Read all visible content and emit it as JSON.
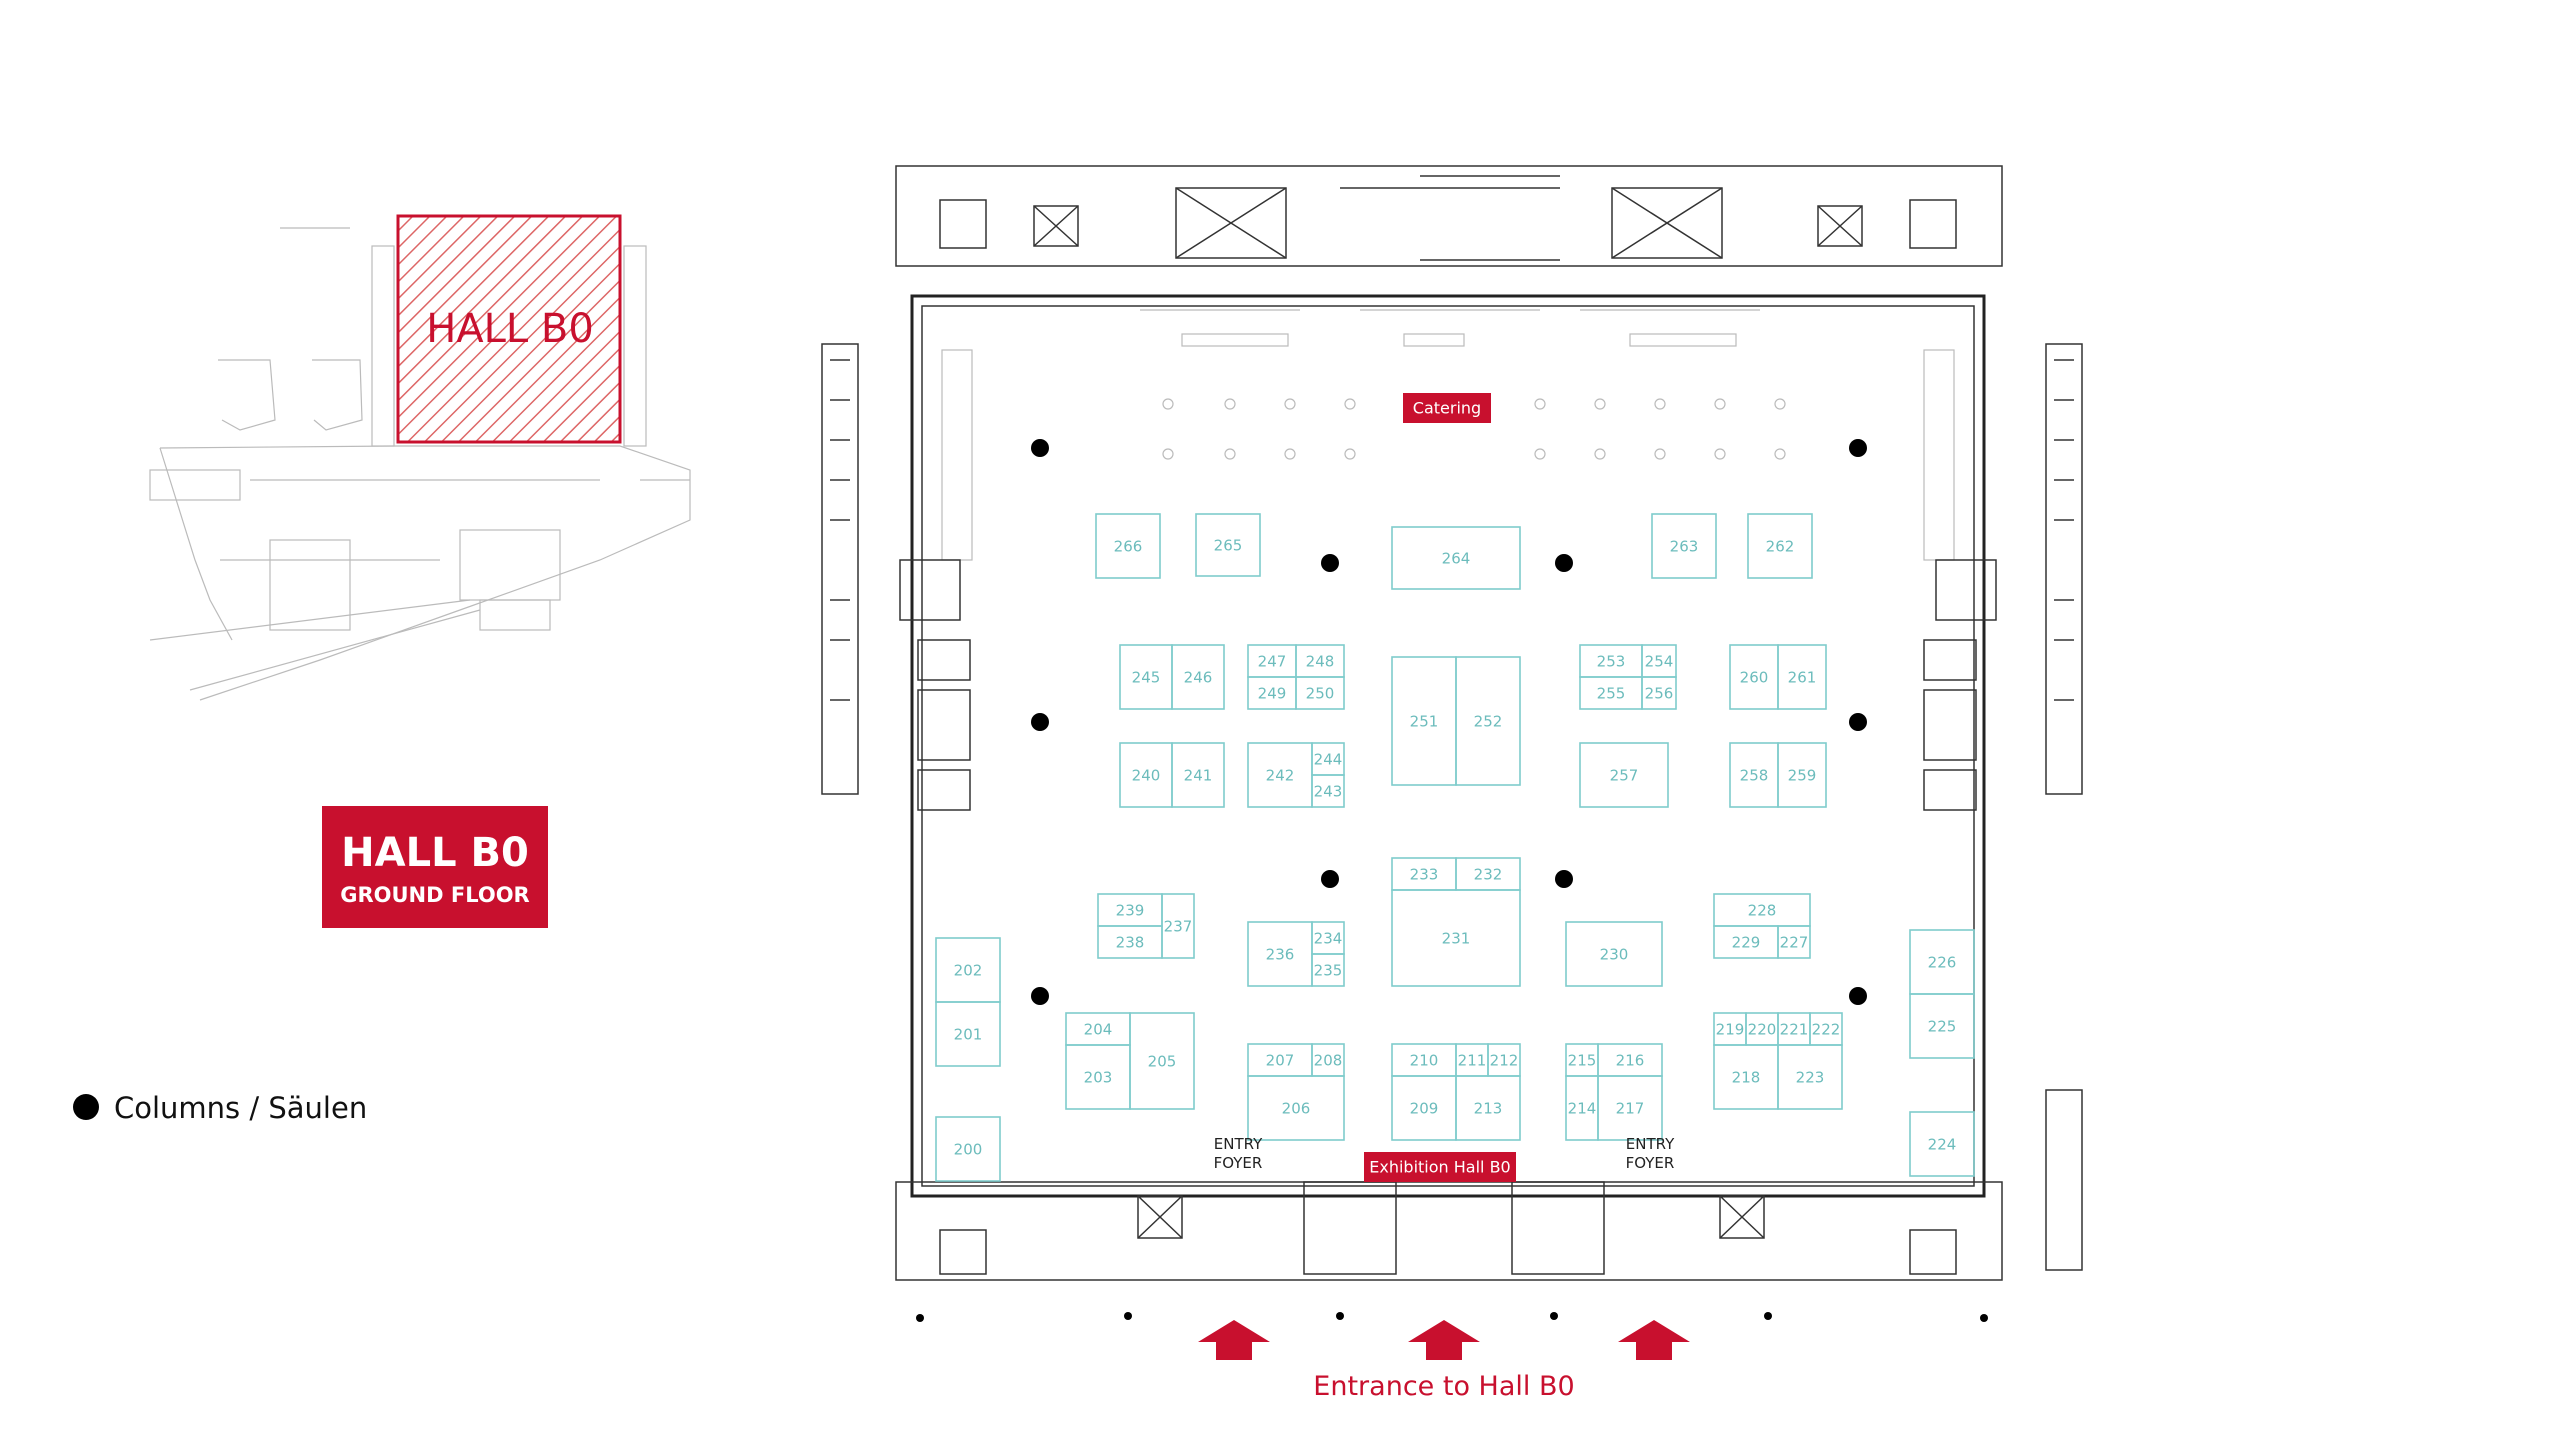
{
  "overview_map": {
    "hall_label": "HALL B0"
  },
  "badge": {
    "title": "HALL B0",
    "subtitle": "GROUND FLOOR",
    "color": "#c8102e"
  },
  "legend": {
    "columns_label": "Columns / Säulen"
  },
  "floorplan": {
    "catering_label": "Catering",
    "exhibition_label": "Exhibition Hall B0",
    "entry_left": [
      "ENTRY",
      "FOYER"
    ],
    "entry_right": [
      "ENTRY",
      "FOYER"
    ],
    "entrance_caption": "Entrance to Hall B0"
  },
  "booths": [
    "266",
    "265",
    "264",
    "263",
    "262",
    "245",
    "246",
    "247",
    "248",
    "249",
    "250",
    "251",
    "252",
    "253",
    "254",
    "255",
    "256",
    "260",
    "261",
    "240",
    "241",
    "242",
    "244",
    "243",
    "257",
    "258",
    "259",
    "233",
    "232",
    "231",
    "239",
    "237",
    "238",
    "236",
    "234",
    "235",
    "230",
    "228",
    "229",
    "227",
    "202",
    "201",
    "204",
    "203",
    "205",
    "207",
    "208",
    "206",
    "210",
    "211",
    "212",
    "209",
    "213",
    "215",
    "216",
    "214",
    "217",
    "219",
    "220",
    "221",
    "222",
    "218",
    "223",
    "226",
    "225",
    "200",
    "224"
  ],
  "colors": {
    "accent": "#c8102e",
    "booth_outline": "#7fcccc",
    "booth_text": "#6cbcbc"
  }
}
